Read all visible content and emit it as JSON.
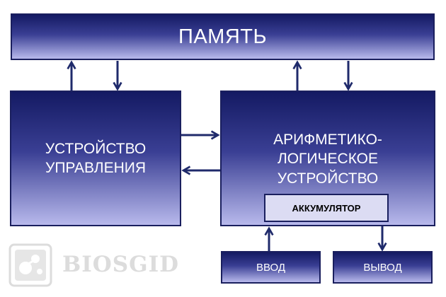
{
  "blocks": {
    "memory": "ПАМЯТЬ",
    "control_unit": [
      "УСТРОЙСТВО",
      "УПРАВЛЕНИЯ"
    ],
    "alu": [
      "АРИФМЕТИКО-",
      "ЛОГИЧЕСКОЕ",
      "УСТРОЙСТВО"
    ],
    "accumulator": "АККУМУЛЯТОР",
    "input": "ВВОД",
    "output": "ВЫВОД"
  },
  "watermark": {
    "text": "BIOSGID",
    "icon": "biosgid-logo-icon"
  },
  "colors": {
    "block_dark": "#141a63",
    "block_light": "#b8b9ec",
    "arrow": "#1f2a6b",
    "accumulator_bg": "#dcdcf3"
  }
}
